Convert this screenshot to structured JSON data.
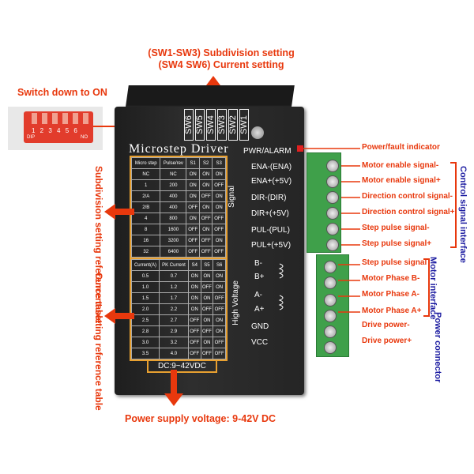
{
  "top_annotation": {
    "line1": "(SW1-SW3) Subdivision setting",
    "line2": "(SW4 SW6) Current setting"
  },
  "switch_note": "Switch down to ON",
  "dip_photo": {
    "numbers": "1 2 3 4 5 6",
    "dip": "DIP",
    "no": "NO"
  },
  "sw_labels": [
    "SW6",
    "SW5",
    "SW4",
    "SW3",
    "SW2",
    "SW1"
  ],
  "driver_title": "Microstep Driver",
  "pwr_alarm": "PWR/ALARM",
  "subdivision_table": {
    "headers": [
      "Micro step",
      "Pulse/rev",
      "S1",
      "S2",
      "S3"
    ],
    "rows": [
      [
        "NC",
        "NC",
        "ON",
        "ON",
        "ON"
      ],
      [
        "1",
        "200",
        "ON",
        "ON",
        "OFF"
      ],
      [
        "2/A",
        "400",
        "ON",
        "OFF",
        "ON"
      ],
      [
        "2/B",
        "400",
        "OFF",
        "ON",
        "ON"
      ],
      [
        "4",
        "800",
        "ON",
        "OFF",
        "OFF"
      ],
      [
        "8",
        "1600",
        "OFF",
        "ON",
        "OFF"
      ],
      [
        "16",
        "3200",
        "OFF",
        "OFF",
        "ON"
      ],
      [
        "32",
        "6400",
        "OFF",
        "OFF",
        "OFF"
      ]
    ]
  },
  "current_table": {
    "headers": [
      "Current(A)",
      "PK Current",
      "S4",
      "S5",
      "S6"
    ],
    "rows": [
      [
        "0.5",
        "0.7",
        "ON",
        "ON",
        "ON"
      ],
      [
        "1.0",
        "1.2",
        "ON",
        "OFF",
        "ON"
      ],
      [
        "1.5",
        "1.7",
        "ON",
        "ON",
        "OFF"
      ],
      [
        "2.0",
        "2.2",
        "ON",
        "OFF",
        "OFF"
      ],
      [
        "2.5",
        "2.7",
        "OFF",
        "ON",
        "ON"
      ],
      [
        "2.8",
        "2.9",
        "OFF",
        "OFF",
        "ON"
      ],
      [
        "3.0",
        "3.2",
        "OFF",
        "ON",
        "OFF"
      ],
      [
        "3.5",
        "4.0",
        "OFF",
        "OFF",
        "OFF"
      ]
    ]
  },
  "signal_label": "Signal",
  "high_voltage_label": "High Voltage",
  "signal_pins": [
    "ENA-(ENA)",
    "ENA+(+5V)",
    "DIR-(DIR)",
    "DIR+(+5V)",
    "PUL-(PUL)",
    "PUL+(+5V)"
  ],
  "hv_pins": [
    "B-",
    "B+",
    "A-",
    "A+",
    "GND",
    "VCC"
  ],
  "dc_label": "DC:9~42VDC",
  "left_vertical_1": "Subdivision setting reference table",
  "left_vertical_2": "Current setting reference table",
  "bottom_annotation": "Power supply voltage: 9-42V DC",
  "right_labels": [
    "Power/fault indicator",
    "Motor enable signal-",
    "Motor enable signal+",
    "Direction control signal-",
    "Direction control signal+",
    "Step pulse signal-",
    "Step pulse signal+",
    "Step pulse signal",
    "Motor Phase B-",
    "Motor Phase A-",
    "Motor Phase A+",
    "Drive power-",
    "Drive power+"
  ],
  "control_interface": "Control signal interface",
  "motor_interface": "Motor interface",
  "power_connector": "Power connector",
  "colors": {
    "accent": "#e8380d",
    "terminal": "#3fa04a",
    "blue_label": "#1a1aa0",
    "body": "#222222"
  }
}
